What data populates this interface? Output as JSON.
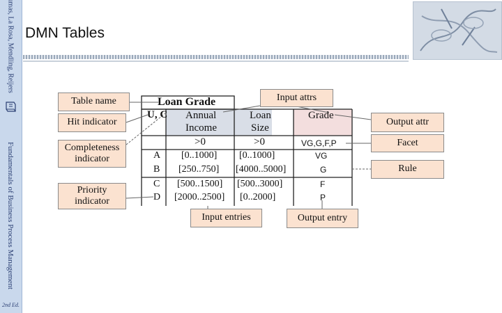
{
  "header": {
    "title": "DMN Tables"
  },
  "sidebar": {
    "top_text": "Dumas, La Rosa, Mendling, Reijers",
    "bottom_text": "Fundamentals of Business Process Management",
    "edition": "2nd Ed."
  },
  "table": {
    "name": "Loan Grade",
    "hit_policy": "U, C",
    "input_headers": [
      {
        "line1": "Annual",
        "line2": "Income"
      },
      {
        "line1": "Loan",
        "line2": "Size"
      }
    ],
    "output_header": "Grade",
    "input_facets": [
      ">0",
      ">0"
    ],
    "output_facet": "VG,G,F,P",
    "rules": [
      {
        "id": "A",
        "income": "[0..1000]",
        "size": "[0..1000]",
        "grade": "VG"
      },
      {
        "id": "B",
        "income": "[250..750]",
        "size": "[4000..5000]",
        "grade": "G"
      },
      {
        "id": "C",
        "income": "[500..1500]",
        "size": "[500..3000]",
        "grade": "F"
      },
      {
        "id": "D",
        "income": "[2000..2500]",
        "size": "[0..2000]",
        "grade": "P"
      }
    ]
  },
  "callouts": {
    "table_name": "Table name",
    "hit_indicator": "Hit indicator",
    "completeness_line1": "Completeness",
    "completeness_line2": "indicator",
    "priority_line1": "Priority",
    "priority_line2": "indicator",
    "input_attrs": "Input attrs",
    "output_attr": "Output attr",
    "facet": "Facet",
    "rule": "Rule",
    "input_entries": "Input entries",
    "output_entry": "Output entry"
  },
  "colors": {
    "callout_fill": "#fbe2d0",
    "input_header_fill": "#d9dee7",
    "output_header_fill": "#f3dede",
    "sidebar": "#c9d8ec"
  }
}
